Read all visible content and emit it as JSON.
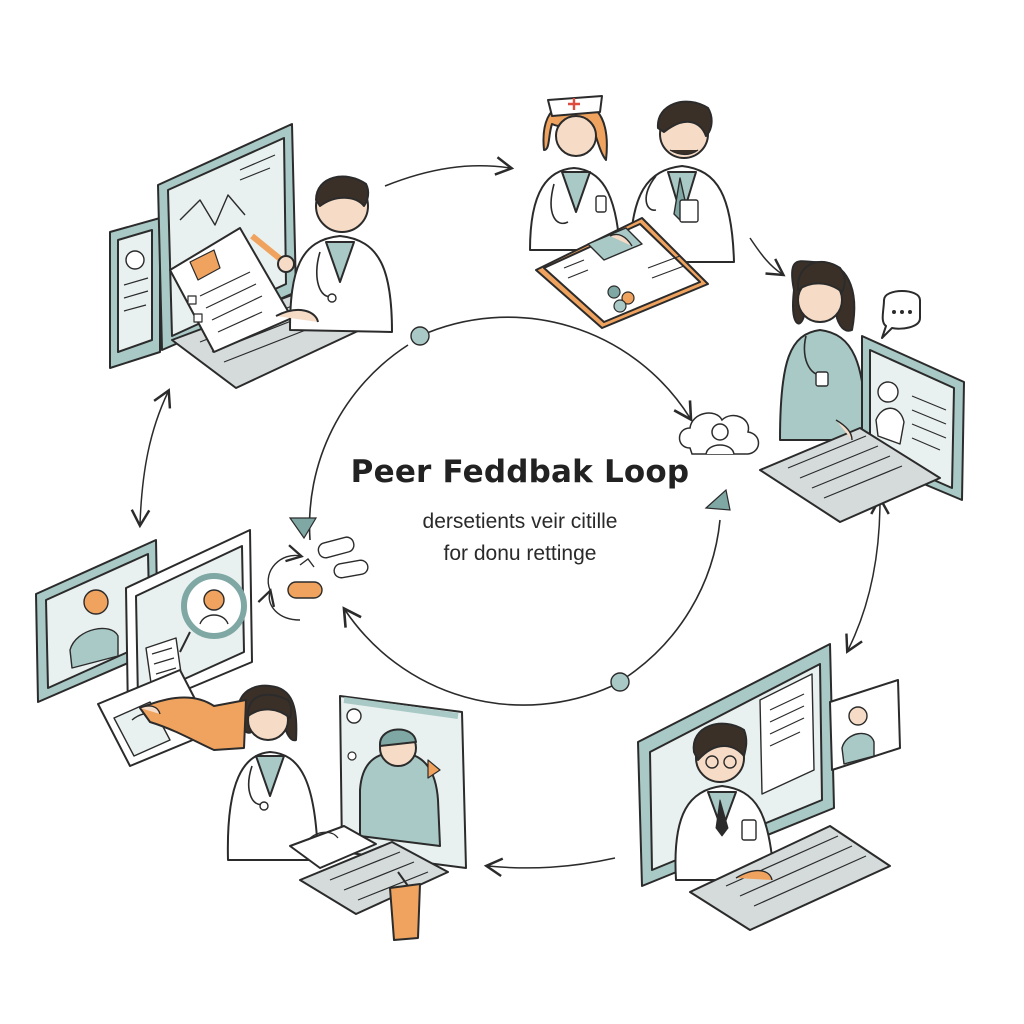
{
  "title": "Peer Feddbak Loop",
  "subtitle_lines": [
    "dersetients veir citille",
    "for donu rettinge"
  ],
  "colors": {
    "line": "#2b2b2b",
    "teal": "#a9c9c6",
    "teal_dark": "#7fa8a4",
    "orange": "#f0a35e",
    "skin": "#f6dcc6",
    "hair": "#3b3028",
    "screen": "#e9f1f0",
    "coat": "#ffffff"
  },
  "icons": [
    "chat-bubble-icon",
    "user-cloud-icon",
    "pills-icon",
    "triangle-marker-icon"
  ]
}
